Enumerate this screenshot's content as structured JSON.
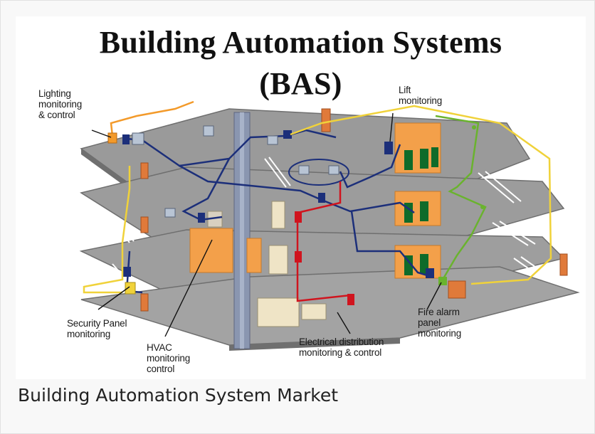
{
  "title_line1": "Building Automation Systems",
  "title_line2": "(BAS)",
  "labels": {
    "lighting": "Lighting\nmonitoring\n& control",
    "lift": "Lift\nmonitoring",
    "security": "Security Panel\nmonitoring",
    "hvac": "HVAC\nmonitoring\ncontrol",
    "electrical": "Electrical distribution\nmonitoring & control",
    "fire": "Fire alarm\npanel\nmonitoring"
  },
  "caption": "Building Automation System Market",
  "colors": {
    "floor": "#9a9a9a",
    "floor_edge": "#6f6f6f",
    "network_blue": "#1c2f7a",
    "electrical_red": "#d0141e",
    "fire_green": "#6ab32e",
    "lighting_orange": "#f39a2a",
    "yellow_cable": "#f0d23a",
    "elevator_orange": "#f3a04a",
    "elevator_green": "#0f6b2a"
  }
}
